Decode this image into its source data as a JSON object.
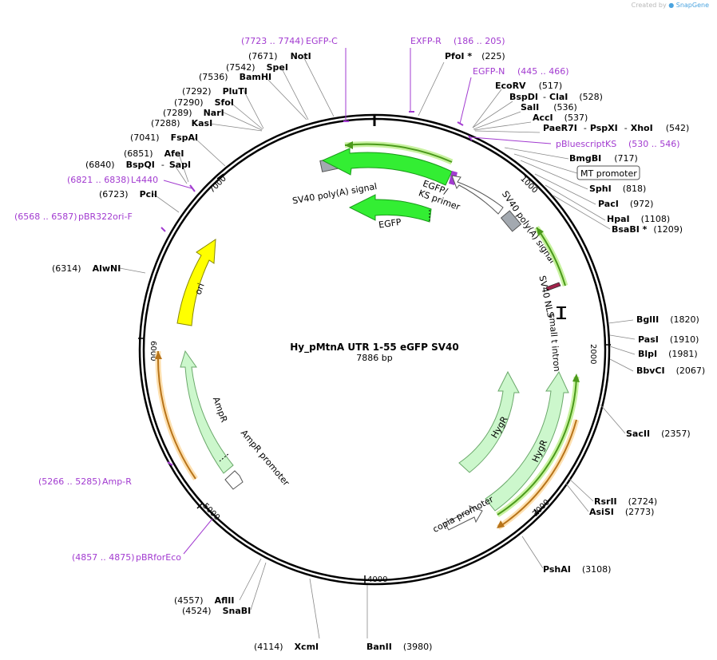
{
  "credit": {
    "prefix": "Created by",
    "brand": "SnapGene"
  },
  "plasmid": {
    "name": "Hy_pMtnA UTR 1-55 eGFP SV40",
    "length": "7886 bp"
  },
  "ticks": [
    "1000",
    "2000",
    "3000",
    "4000",
    "5000",
    "6000",
    "7000"
  ],
  "enzymes_right": [
    {
      "name": "PfoI *",
      "pos": "(225)"
    },
    {
      "name": "EcoRV",
      "pos": "(517)"
    },
    {
      "name": "BspDI",
      "name2": "ClaI",
      "pos": "(528)"
    },
    {
      "name": "SalI",
      "pos": "(536)"
    },
    {
      "name": "AccI",
      "pos": "(537)"
    },
    {
      "name": "PaeR7I",
      "name2": "PspXI",
      "name3": "XhoI",
      "pos": "(542)"
    },
    {
      "name": "BmgBI",
      "pos": "(717)"
    },
    {
      "name": "SphI",
      "pos": "(818)"
    },
    {
      "name": "PacI",
      "pos": "(972)"
    },
    {
      "name": "HpaI",
      "pos": "(1108)"
    },
    {
      "name": "BsaBI *",
      "pos": "(1209)"
    },
    {
      "name": "BglII",
      "pos": "(1820)"
    },
    {
      "name": "PasI",
      "pos": "(1910)"
    },
    {
      "name": "BlpI",
      "pos": "(1981)"
    },
    {
      "name": "BbvCI",
      "pos": "(2067)"
    },
    {
      "name": "SacII",
      "pos": "(2357)"
    },
    {
      "name": "RsrII",
      "pos": "(2724)"
    },
    {
      "name": "AsiSI",
      "pos": "(2773)"
    },
    {
      "name": "PshAI",
      "pos": "(3108)"
    },
    {
      "name": "BanII",
      "pos": "(3980)"
    }
  ],
  "enzymes_left": [
    {
      "name": "NotI",
      "pos": "(7671)"
    },
    {
      "name": "SpeI",
      "pos": "(7542)"
    },
    {
      "name": "BamHI",
      "pos": "(7536)"
    },
    {
      "name": "PluTI",
      "pos": "(7292)"
    },
    {
      "name": "SfoI",
      "pos": "(7290)"
    },
    {
      "name": "NarI",
      "pos": "(7289)"
    },
    {
      "name": "KasI",
      "pos": "(7288)"
    },
    {
      "name": "FspAI",
      "pos": "(7041)"
    },
    {
      "name": "AfeI",
      "pos": "(6851)"
    },
    {
      "name": "BspQI",
      "name2": "SapI",
      "pos": "(6840)"
    },
    {
      "name": "PciI",
      "pos": "(6723)"
    },
    {
      "name": "AlwNI",
      "pos": "(6314)"
    },
    {
      "name": "AflII",
      "pos": "(4557)"
    },
    {
      "name": "SnaBI",
      "pos": "(4524)"
    },
    {
      "name": "XcmI",
      "pos": "(4114)"
    }
  ],
  "primers": [
    {
      "range": "(7723 .. 7744)",
      "name": "EGFP-C"
    },
    {
      "range": "(186 .. 205)",
      "name": "EXFP-R"
    },
    {
      "range": "(445 .. 466)",
      "name": "EGFP-N"
    },
    {
      "range": "(530 .. 546)",
      "name": "pBluescriptKS"
    },
    {
      "range": "(6821 .. 6838)",
      "name": "L4440"
    },
    {
      "range": "(6568 .. 6587)",
      "name": "pBR322ori-F"
    },
    {
      "range": "(5266 .. 5285)",
      "name": "Amp-R"
    },
    {
      "range": "(4857 .. 4875)",
      "name": "pBRforEco"
    }
  ],
  "features": {
    "mt_promoter": "MT promoter",
    "sv40_pa_top": "SV40 poly(A) signal",
    "egfp_ks_primer_1": "EGFP/",
    "egfp_ks_primer_2": "KS primer",
    "egfp": "EGFP",
    "sv40_pa_right": "SV40 poly(A) signal",
    "sv40_nls": "SV40 NLS",
    "small_t_intron": "small t intron",
    "hygr_inner": "HygR",
    "hygr_outer": "HygR",
    "copia_promoter": "copia promoter",
    "ori": "ori",
    "ampr": "AmpR",
    "ampr_promoter": "AmpR promoter"
  },
  "colors": {
    "backbone": "#000000",
    "egfp": "#33ee33",
    "hygr": "#ccf7cc",
    "ampr": "#ccf7cc",
    "ori": "#ffff00",
    "polyA": "#a3a9b0",
    "primer": "#a23bd0",
    "orf_green": "#4b9a1b",
    "orf_orange": "#f0a040"
  }
}
